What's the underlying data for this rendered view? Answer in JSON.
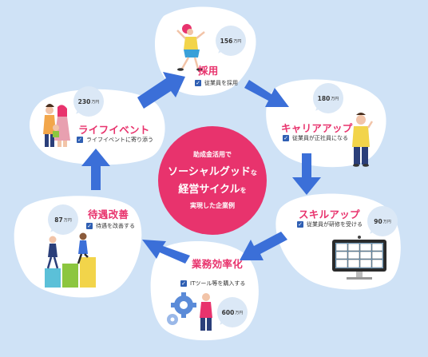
{
  "center": {
    "line1": "助成金活用で",
    "line2_main": "ソーシャルグッド",
    "line2_suffix": "な",
    "line3_main": "経営サイクル",
    "line3_suffix": "を",
    "line4": "実現した企業例"
  },
  "steps": [
    {
      "key": "saiyo",
      "title": "採用",
      "caption": "従業員を採用",
      "price": "156",
      "unit": "万円"
    },
    {
      "key": "career",
      "title": "キャリアアップ",
      "caption": "従業員が正社員になる",
      "price": "180",
      "unit": "万円"
    },
    {
      "key": "skill",
      "title": "スキルアップ",
      "caption": "従業員が研修を受ける",
      "price": "90",
      "unit": "万円"
    },
    {
      "key": "efficiency",
      "title": "業務効率化",
      "caption": "ITツール等を購入する",
      "price": "600",
      "unit": "万円"
    },
    {
      "key": "treatment",
      "title": "待遇改善",
      "caption": "待遇を改善する",
      "price": "87",
      "unit": "万円"
    },
    {
      "key": "lifeevent",
      "title": "ライフイベント",
      "caption": "ライフイベントに寄り添う",
      "price": "230",
      "unit": "万円"
    }
  ],
  "colors": {
    "background": "#cfe2f6",
    "blob": "#ffffff",
    "accent_pink": "#e8336d",
    "arrow_blue": "#3b6fd8",
    "check_blue": "#2f5fb3",
    "price_bubble": "#dbe8f6"
  }
}
